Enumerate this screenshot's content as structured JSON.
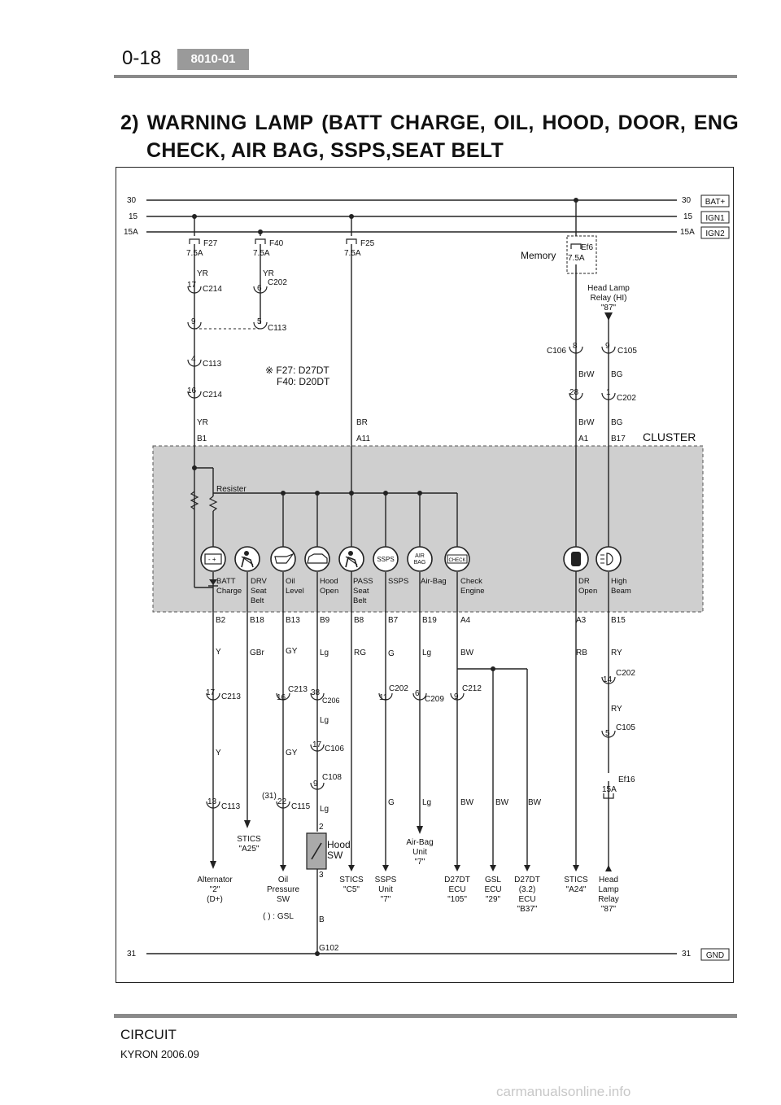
{
  "header": {
    "page_number": "0-18",
    "section_code": "8010-01"
  },
  "title": {
    "line1_words": [
      "2)",
      "WARNING",
      "LAMP",
      "(BATT",
      "CHARGE,",
      "OIL,",
      "HOOD,",
      "DOOR,",
      "ENG"
    ],
    "line2": "CHECK, AIR BAG, SSPS,SEAT BELT"
  },
  "rails": {
    "r30": "30",
    "r15": "15",
    "r15a": "15A",
    "r31": "31",
    "bat": "BAT+",
    "ign1": "IGN1",
    "ign2": "IGN2",
    "gnd": "GND"
  },
  "fuses": {
    "f27": "F27",
    "f27_rating": "7.5A",
    "f40": "F40",
    "f40_rating": "7.5A",
    "f25": "F25",
    "f25_rating": "7.5A",
    "ef6": "Ef6",
    "ef6_rating": "7.5A",
    "memory": "Memory",
    "ef16": "Ef16",
    "ef16_rating": "15A"
  },
  "relay": {
    "line1": "Head Lamp",
    "line2": "Relay (HI)",
    "line3": "\"87\""
  },
  "note": {
    "line1": "※ F27: D27DT",
    "line2": "F40: D20DT"
  },
  "cluster": {
    "label": "CLUSTER",
    "resister": "Resister",
    "lamps": [
      {
        "l1": "BATT",
        "l2": "Charge",
        "l3": ""
      },
      {
        "l1": "DRV",
        "l2": "Seat",
        "l3": "Belt"
      },
      {
        "l1": "Oil",
        "l2": "Level",
        "l3": ""
      },
      {
        "l1": "Hood",
        "l2": "Open",
        "l3": ""
      },
      {
        "l1": "PASS",
        "l2": "Seat",
        "l3": "Belt"
      },
      {
        "l1": "SSPS",
        "l2": "",
        "l3": ""
      },
      {
        "l1": "Air-Bag",
        "l2": "",
        "l3": ""
      },
      {
        "l1": "Check",
        "l2": "Engine",
        "l3": ""
      },
      {
        "l1": "DR",
        "l2": "Open",
        "l3": ""
      },
      {
        "l1": "High",
        "l2": "Beam",
        "l3": ""
      }
    ],
    "icon_ssps": "SSPS",
    "icon_airbag_1": "AIR",
    "icon_airbag_2": "BAG",
    "icon_check": "CHECK"
  },
  "wires": {
    "yr": "YR",
    "br": "BR",
    "brw": "BrW",
    "bg": "BG",
    "y": "Y",
    "gbr": "GBr",
    "gy": "GY",
    "lg": "Lg",
    "rg": "RG",
    "g": "G",
    "bw": "BW",
    "rb": "RB",
    "ry": "RY",
    "b": "B"
  },
  "pins": {
    "b1": "B1",
    "a11": "A11",
    "a1": "A1",
    "b17": "B17",
    "b2": "B2",
    "b18": "B18",
    "b13": "B13",
    "b9": "B9",
    "b8": "B8",
    "b7": "B7",
    "b19": "B19",
    "a4": "A4",
    "a3": "A3",
    "b15": "B15"
  },
  "connectors": {
    "c214": "C214",
    "c202": "C202",
    "c113": "C113",
    "c106": "C106",
    "c105": "C105",
    "c213": "C213",
    "c206": "C206",
    "c209": "C209",
    "c212": "C212",
    "c108": "C108",
    "c115": "C115",
    "g102": "G102",
    "n17": "17",
    "n6": "6",
    "n9": "9",
    "n5": "5",
    "n4": "4",
    "n16": "16",
    "n8": "8",
    "n28": "28",
    "n1": "1",
    "n38": "38",
    "n11": "11",
    "n14": "14",
    "n13": "13",
    "n22": "22",
    "n31": "(31)",
    "n2": "2",
    "n3": "3"
  },
  "destinations": {
    "alt": [
      "Alternator",
      "\"2\"",
      "(D+)"
    ],
    "stics_a25": [
      "STICS",
      "\"A25\""
    ],
    "oil": [
      "Oil",
      "Pressure",
      "SW"
    ],
    "gsl_note": "( ) : GSL",
    "hood_sw": [
      "Hood",
      "SW"
    ],
    "stics_c5": [
      "STICS",
      "\"C5\""
    ],
    "ssps": [
      "SSPS",
      "Unit",
      "\"7\""
    ],
    "airbag": [
      "Air-Bag",
      "Unit",
      "\"7\""
    ],
    "d27dt": [
      "D27DT",
      "ECU",
      "\"105\""
    ],
    "gsl": [
      "GSL",
      "ECU",
      "\"29\""
    ],
    "d27dt32": [
      "D27DT",
      "(3.2)",
      "ECU",
      "\"B37\""
    ],
    "stics_a24": [
      "STICS",
      "\"A24\""
    ],
    "hl_relay": [
      "Head",
      "Lamp",
      "Relay",
      "\"87\""
    ]
  },
  "footer": {
    "section": "CIRCUIT",
    "doc": "KYRON 2006.09",
    "watermark": "carmanualsonline.info"
  }
}
